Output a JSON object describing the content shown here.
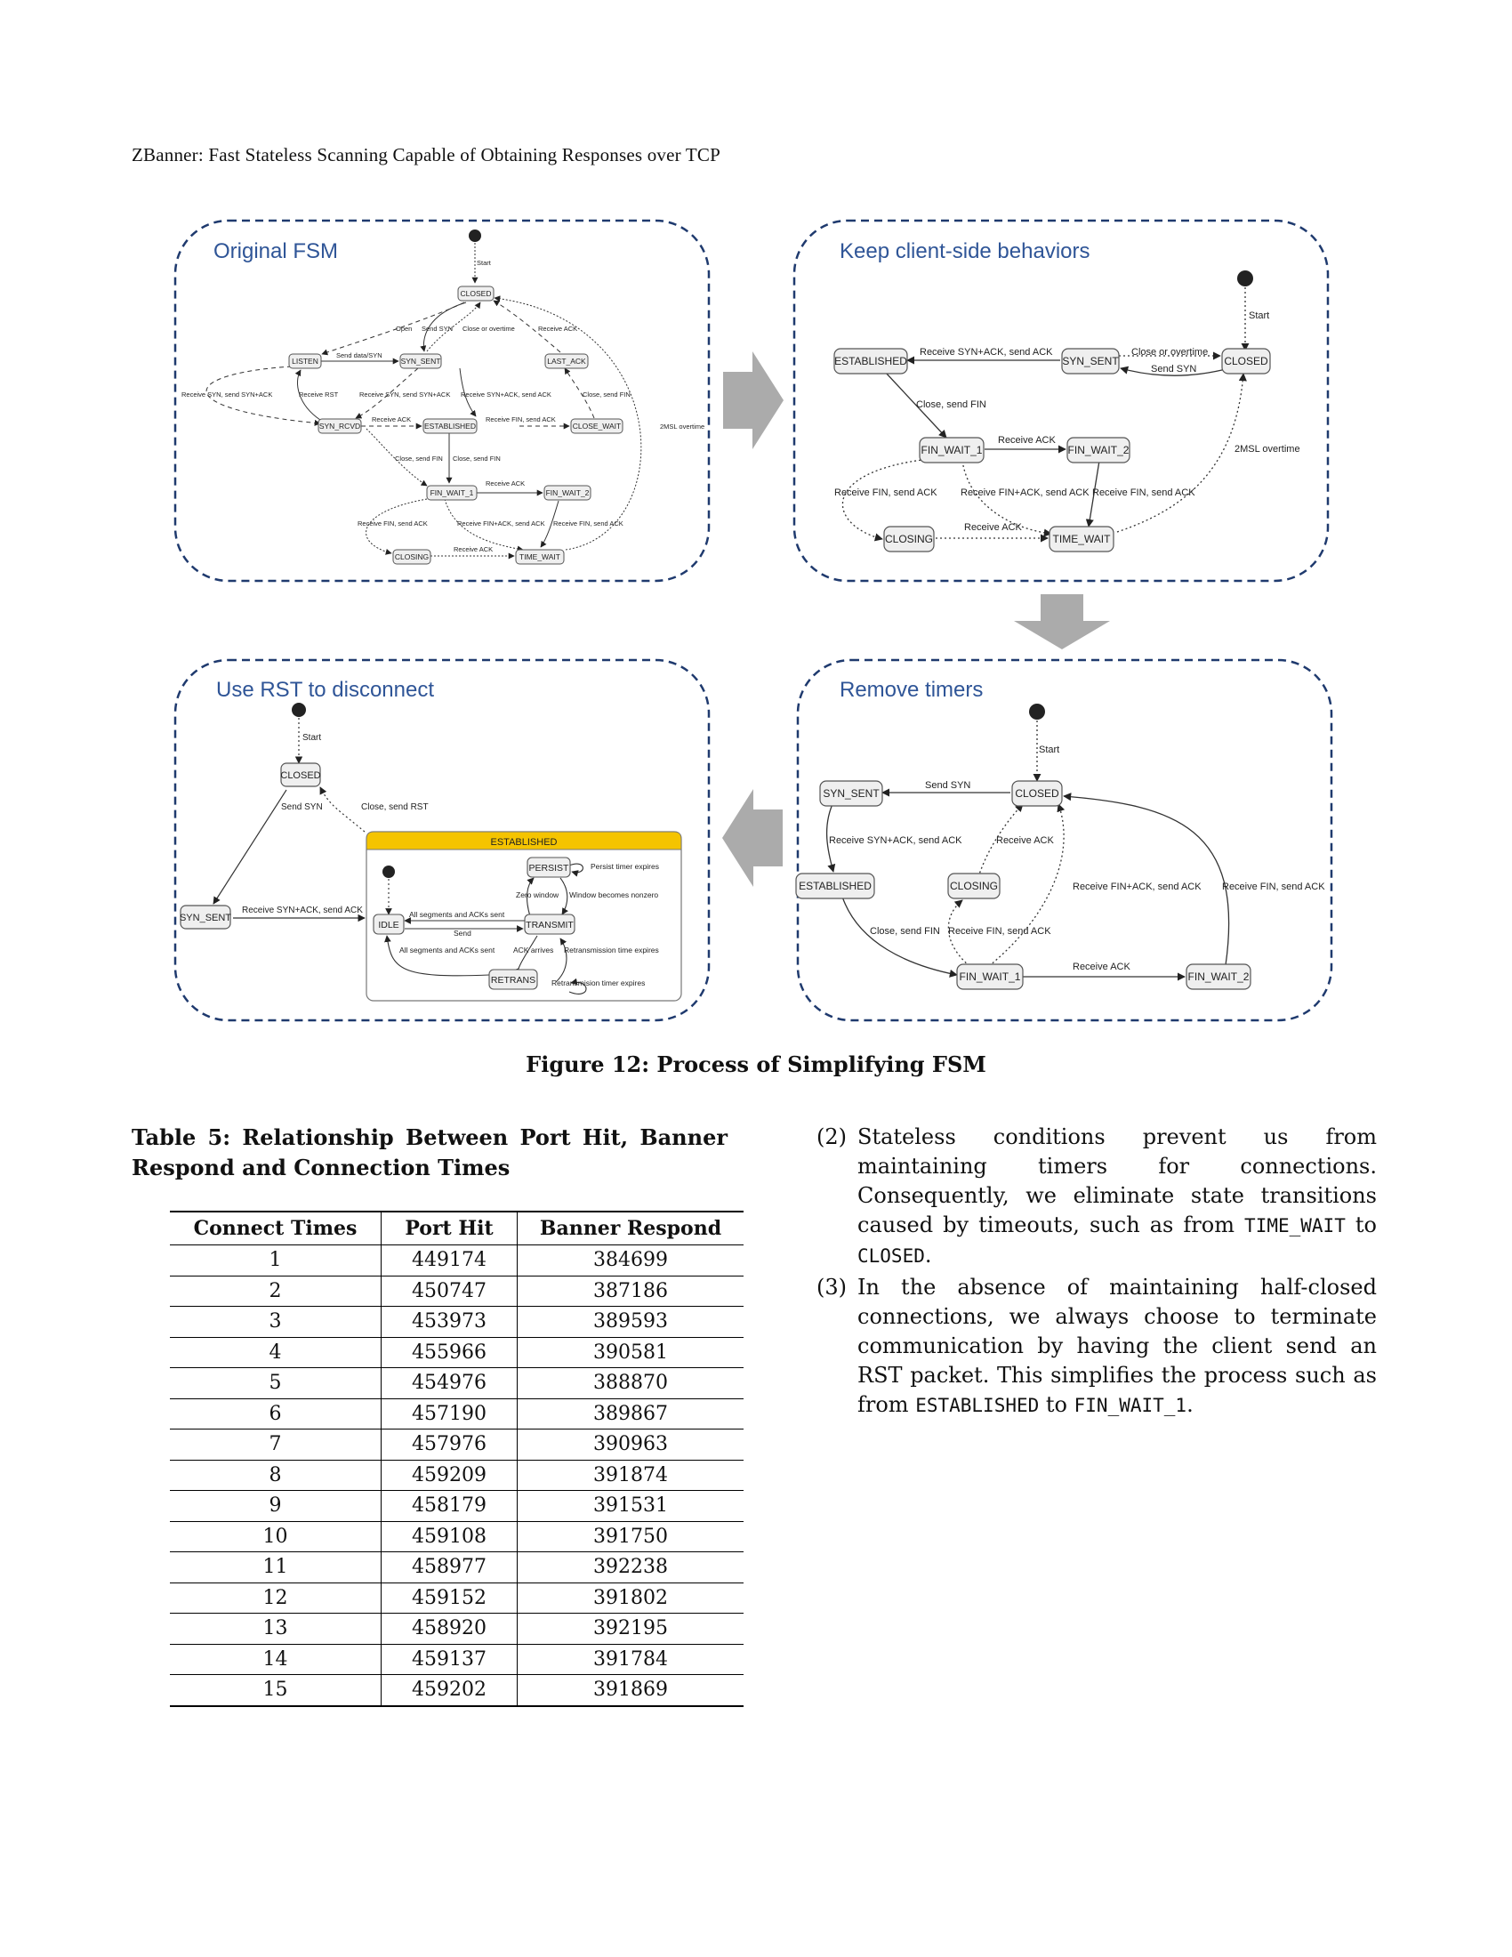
{
  "running_head": "ZBanner: Fast Stateless Scanning Capable of Obtaining Responses over TCP",
  "figure": {
    "caption": "Figure 12: Process of Simplifying FSM",
    "panels": {
      "p1": {
        "title": "Original FSM",
        "states": {
          "closed": "CLOSED",
          "listen": "LISTEN",
          "syn_sent": "SYN_SENT",
          "last_ack": "LAST_ACK",
          "syn_rcvd": "SYN_RCVD",
          "established": "ESTABLISHED",
          "close_wait": "CLOSE_WAIT",
          "fin_wait_1": "FIN_WAIT_1",
          "fin_wait_2": "FIN_WAIT_2",
          "closing": "CLOSING",
          "time_wait": "TIME_WAIT"
        },
        "labels": {
          "start": "Start",
          "open": "Open",
          "send_syn": "Send SYN",
          "close_overtime": "Close or overtime",
          "recv_ack_top": "Receive ACK",
          "send_data_syn": "Send data/SYN",
          "recv_syn_synack": "Receive SYN, send SYN+ACK",
          "recv_rst": "Receive RST",
          "recv_syn_synack2": "Receive SYN, send SYN+ACK",
          "recv_synack_ack": "Receive SYN+ACK, send ACK",
          "close_send_fin_r": "Close, send FIN",
          "recv_ack_mid": "Receive ACK",
          "recv_fin_ack_mid": "Receive FIN, send ACK",
          "msl": "2MSL overtime",
          "close_fin_a": "Close, send FIN",
          "close_fin_b": "Close, send FIN",
          "recv_ack_fw": "Receive ACK",
          "recv_fin_ack_l": "Receive FIN, send ACK",
          "recv_finack_ack": "Receive FIN+ACK, send ACK",
          "recv_fin_ack_r": "Receive FIN, send ACK",
          "recv_ack_bot": "Receive ACK"
        }
      },
      "p2": {
        "title": "Keep client-side behaviors",
        "states": {
          "established": "ESTABLISHED",
          "syn_sent": "SYN_SENT",
          "closed": "CLOSED",
          "fin_wait_1": "FIN_WAIT_1",
          "fin_wait_2": "FIN_WAIT_2",
          "closing": "CLOSING",
          "time_wait": "TIME_WAIT"
        },
        "labels": {
          "start": "Start",
          "recv_synack": "Receive SYN+ACK, send ACK",
          "close_overtime": "Close or overtime",
          "send_syn": "Send SYN",
          "close_fin": "Close, send FIN",
          "recv_ack": "Receive ACK",
          "msl": "2MSL overtime",
          "recv_fin_l": "Receive FIN, send ACK",
          "recv_finack": "Receive FIN+ACK, send ACK",
          "recv_fin_r": "Receive FIN, send ACK",
          "recv_ack_bot": "Receive ACK"
        }
      },
      "p3": {
        "title": "Remove timers",
        "states": {
          "syn_sent": "SYN_SENT",
          "closed": "CLOSED",
          "established": "ESTABLISHED",
          "closing": "CLOSING",
          "fin_wait_1": "FIN_WAIT_1",
          "fin_wait_2": "FIN_WAIT_2"
        },
        "labels": {
          "start": "Start",
          "send_syn": "Send SYN",
          "recv_synack": "Receive SYN+ACK, send ACK",
          "recv_ack_c": "Receive ACK",
          "recv_finack": "Receive FIN+ACK, send ACK",
          "recv_fin_r": "Receive FIN, send ACK",
          "close_fin": "Close, send FIN",
          "recv_fin_c": "Receive FIN, send ACK",
          "recv_ack_b": "Receive ACK"
        }
      },
      "p4": {
        "title": "Use RST to disconnect",
        "states": {
          "closed": "CLOSED",
          "syn_sent": "SYN_SENT",
          "established": "ESTABLISHED",
          "persist": "PERSIST",
          "idle": "IDLE",
          "transmit": "TRANSMIT",
          "retrans": "RETRANS"
        },
        "labels": {
          "start": "Start",
          "send_syn": "Send SYN",
          "close_rst": "Close, send RST",
          "recv_synack": "Receive SYN+ACK, send ACK",
          "persist_exp": "Persist timer expires",
          "zero_window": "Zero window",
          "window_nz": "Window becomes nonzero",
          "all_sent_1": "All segments and ACKs sent",
          "send": "Send",
          "all_sent_2": "All segments and ACKs sent",
          "ack_arrives": "ACK arrives",
          "retrans_exp": "Retransmission time expires",
          "retrans_exp2": "Retransmision timer expires"
        }
      }
    }
  },
  "table": {
    "caption_line1": [
      "Table",
      "5:",
      "Relationship",
      "Between",
      "Port",
      "Hit,",
      "Banner"
    ],
    "caption_line2": "Respond and Connection Times",
    "headers": [
      "Connect Times",
      "Port Hit",
      "Banner Respond"
    ],
    "rows": [
      [
        "1",
        "449174",
        "384699"
      ],
      [
        "2",
        "450747",
        "387186"
      ],
      [
        "3",
        "453973",
        "389593"
      ],
      [
        "4",
        "455966",
        "390581"
      ],
      [
        "5",
        "454976",
        "388870"
      ],
      [
        "6",
        "457190",
        "389867"
      ],
      [
        "7",
        "457976",
        "390963"
      ],
      [
        "8",
        "459209",
        "391874"
      ],
      [
        "9",
        "458179",
        "391531"
      ],
      [
        "10",
        "459108",
        "391750"
      ],
      [
        "11",
        "458977",
        "392238"
      ],
      [
        "12",
        "459152",
        "391802"
      ],
      [
        "13",
        "458920",
        "392195"
      ],
      [
        "14",
        "459137",
        "391784"
      ],
      [
        "15",
        "459202",
        "391869"
      ]
    ]
  },
  "list": [
    {
      "num": "(2)",
      "text": "Stateless conditions prevent us from maintaining timers for connections. Consequently, we eliminate state transitions caused by timeouts, such as from ",
      "code1": "TIME_WAIT",
      "mid": " to ",
      "code2": "CLOSED",
      "end": "."
    },
    {
      "num": "(3)",
      "text": "In the absence of maintaining half-closed connections, we always choose to terminate communication by having the client send an RST packet. This simplifies the process such as from ",
      "code1": "ESTABLISHED",
      "mid": " to ",
      "code2": "FIN_WAIT_1",
      "end": "."
    }
  ],
  "colors": {
    "panel_border": "#1f3a6e",
    "panel_title": "#2f5597",
    "arrow_gray": "#ababab",
    "state_fill": "#efefef",
    "established_header": "#f5c400"
  }
}
